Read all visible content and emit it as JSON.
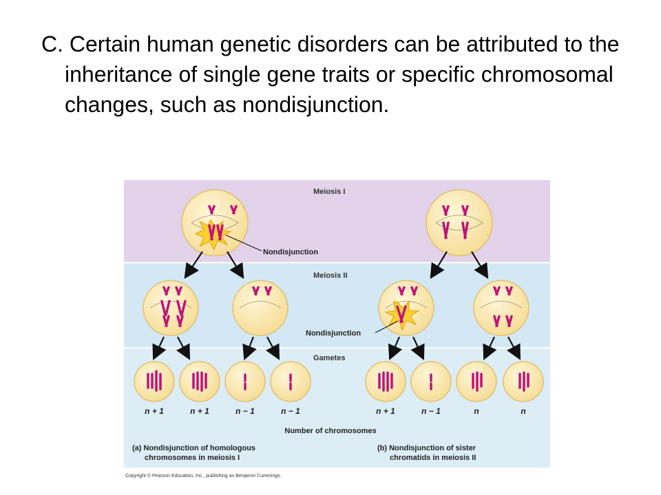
{
  "slide": {
    "heading": "C. Certain human genetic disorders can be attributed to the inheritance of single gene traits or specific chromosomal changes, such as nondisjunction."
  },
  "figure": {
    "band_labels": {
      "meiosis1": "Meiosis I",
      "meiosis2": "Meiosis II",
      "gametes": "Gametes"
    },
    "callouts": {
      "nondisjunction_a": "Nondisjunction",
      "nondisjunction_b": "Nondisjunction"
    },
    "gamete_counts": [
      "n + 1",
      "n + 1",
      "n − 1",
      "n − 1",
      "n + 1",
      "n − 1",
      "n",
      "n"
    ],
    "axis_caption": "Number of chromosomes",
    "panel_a": {
      "line1": "(a) Nondisjunction of homologous",
      "line2": "chromosomes in meiosis I"
    },
    "panel_b": {
      "line1": "(b) Nondisjunction of sister",
      "line2": "chromatids in meiosis II"
    },
    "copyright": "Copyright © Pearson Education, Inc., publishing as Benjamin Cummings.",
    "colors": {
      "meiosis1_band": "#e2d3ea",
      "meiosis2_band": "#d3e8f4",
      "gametes_band": "#dcedf6",
      "cell_fill": "#fbe9b0",
      "cell_stroke": "#e0c070",
      "chromosome": "#c0137a",
      "starburst": "#f7d034"
    }
  }
}
